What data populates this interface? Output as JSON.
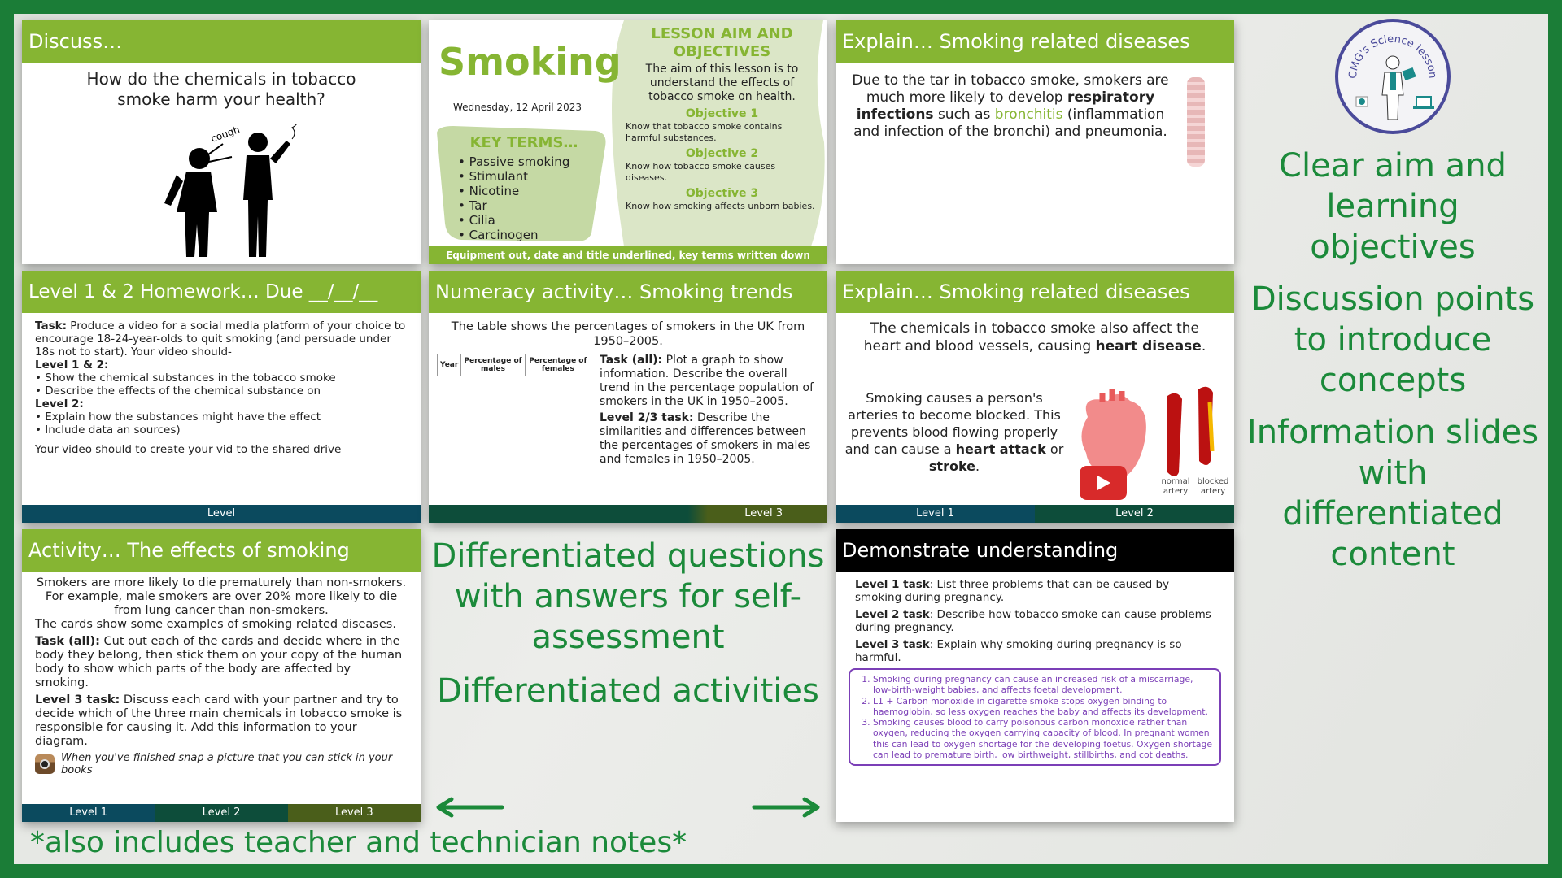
{
  "callouts": {
    "discussion": "Discussion points to introduce concepts",
    "aim": "Clear aim and learning objectives",
    "information": "Information slides with differentiated content",
    "questions": "Differentiated questions with answers for self-assessment",
    "activities": "Differentiated activities",
    "notes": "*also includes teacher and technician notes*"
  },
  "logo": {
    "text": "CMG's Science lessons"
  },
  "discuss_slide": {
    "title": "Discuss…",
    "question": "How do the chemicals in tobacco smoke harm your health?",
    "cough_label": "cough"
  },
  "title_slide": {
    "title": "Smoking",
    "date": "Wednesday, 12 April 2023",
    "key_terms_heading": "KEY TERMS…",
    "key_terms": [
      "Passive smoking",
      "Stimulant",
      "Nicotine",
      "Tar",
      "Cilia",
      "Carcinogen"
    ],
    "aim_heading": "LESSON AIM AND OBJECTIVES",
    "aim": "The aim of this lesson is to understand the effects of tobacco smoke on health.",
    "objectives": [
      {
        "label": "Objective 1",
        "text": "Know that tobacco smoke contains harmful substances."
      },
      {
        "label": "Objective 2",
        "text": "Know how tobacco smoke causes diseases."
      },
      {
        "label": "Objective 3",
        "text": "Know how smoking affects unborn babies."
      }
    ],
    "footer": "Equipment out, date and title underlined, key terms written down"
  },
  "explain_slide_1": {
    "title": "Explain… Smoking related diseases",
    "text_a": "Due to the tar in tobacco smoke, smokers are much more likely to develop ",
    "bold_a": "respiratory infections",
    "text_b": " such as ",
    "link": "bronchitis",
    "text_c": " (inflammation and infection of the bronchi) and pneumonia."
  },
  "explain_slide_2": {
    "title": "Explain… Smoking related diseases",
    "p1_text": "The chemicals in tobacco smoke also affect the heart and blood vessels, causing ",
    "p1_bold": "heart disease",
    "p1_end": ".",
    "p2_text": "Smoking causes a person's arteries to become blocked. This prevents blood flowing properly and can cause a ",
    "p2_bold1": "heart attack",
    "p2_mid": " or ",
    "p2_bold2": "stroke",
    "p2_end": ".",
    "normal_artery": "normal artery",
    "blocked_artery": "blocked artery",
    "footer": [
      "Level 1",
      "Level 2"
    ]
  },
  "homework_slide": {
    "title": "Level 1 & 2 Homework… Due __/__/__",
    "task_label": "Task:",
    "task": " Produce a video for a social media platform of your choice to encourage 18-24-year-olds to quit smoking (and persuade under 18s not to start). Your video should-",
    "level12_label": "Level 1 & 2:",
    "level12_items": [
      "Show the chemical substances in the tobacco smoke",
      "Describe the effects of the chemical substance on"
    ],
    "level2_label": "Level 2:",
    "level2_items": [
      "Explain how the substances might have the effect",
      "Include data an sources)"
    ],
    "closing": "Your video should to create your vid to the shared drive",
    "footer": "Level"
  },
  "numeracy_slide": {
    "title": "Numeracy activity… Smoking trends",
    "intro": "The table shows the percentages of smokers in the UK from 1950–2005.",
    "table_headers": [
      "Year",
      "Percentage of males",
      "Percentage of females"
    ],
    "task_all_label": "Task (all):",
    "task_all": " Plot a graph to show information. Describe the overall trend in the percentage population of smokers in the UK in 1950–2005.",
    "task_l23_label": "Level 2/3 task:",
    "task_l23": " Describe the similarities and differences between the percentages of smokers in males and females in 1950–2005.",
    "footer": "Level 3"
  },
  "activity_slide": {
    "title": "Activity… The effects of smoking",
    "intro": "Smokers are more likely to die prematurely than non-smokers. For example, male smokers are over 20% more likely to die from lung cancer than non-smokers.",
    "cards": "The cards show some examples of smoking related diseases.",
    "task_all_label": "Task (all):",
    "task_all": " Cut out each of the cards and decide where in the body they belong, then stick them on your copy of the human body to show which parts of the body are affected by smoking.",
    "task_l3_label": "Level 3 task:",
    "task_l3": " Discuss each card with your partner and try to decide which of the three main chemicals in tobacco smoke is responsible for causing it. Add this information to your diagram.",
    "snap": "When you've finished snap a picture that you can stick in your books",
    "footer": [
      "Level 1",
      "Level 2",
      "Level 3"
    ]
  },
  "demonstrate_slide": {
    "title": "Demonstrate understanding",
    "tasks": [
      {
        "label": "Level 1 task",
        "text": ": List three problems that can be caused by smoking during pregnancy."
      },
      {
        "label": "Level 2 task",
        "text": ": Describe how tobacco smoke can cause problems during pregnancy."
      },
      {
        "label": "Level 3 task",
        "text": ": Explain why smoking during pregnancy is so harmful."
      }
    ],
    "answers": [
      "Smoking during pregnancy can cause an increased risk of a miscarriage, low-birth-weight babies, and affects foetal development.",
      "L1 + Carbon monoxide in cigarette smoke stops oxygen binding to haemoglobin, so less oxygen reaches the baby and affects its development.",
      "Smoking causes blood to carry poisonous carbon monoxide rather than oxygen, reducing the oxygen carrying capacity of blood. In pregnant women this can lead to oxygen shortage for the developing foetus. Oxygen shortage can lead to premature birth, low birthweight, stillbirths, and cot deaths."
    ]
  },
  "colors": {
    "frame": "#1b7d37",
    "callout": "#1b8a3a",
    "slide_header": "#86b533",
    "answers": "#7b3fb7",
    "level1": "#0b4a5e",
    "level2": "#0d4d3a",
    "level3": "#4a5e1a"
  }
}
